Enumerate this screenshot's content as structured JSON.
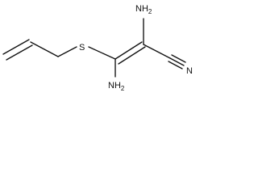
{
  "molecule": {
    "atoms": {
      "sulfur": "S",
      "amine_top": {
        "base": "NH",
        "subscript": "2"
      },
      "amine_bottom": {
        "base": "NH",
        "subscript": "2"
      },
      "nitrile_n": "N"
    }
  }
}
